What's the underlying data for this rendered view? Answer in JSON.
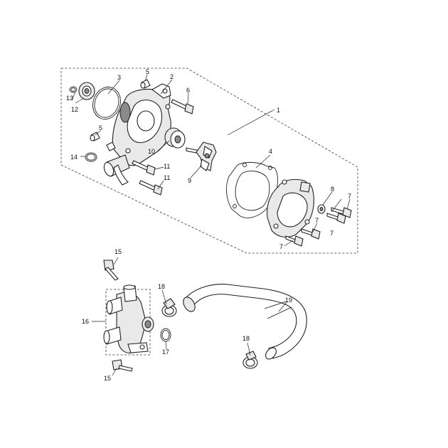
{
  "labels": {
    "p1": "1",
    "p2": "2",
    "p3": "3",
    "p4": "4",
    "p5a": "5",
    "p5b": "5",
    "p6": "6",
    "p7a": "7",
    "p7b": "7",
    "p7c": "7",
    "p7d": "7",
    "p8": "8",
    "p9": "9",
    "p10": "10",
    "p11a": "11",
    "p11b": "11",
    "p12": "12",
    "p13": "13",
    "p14": "14",
    "p15a": "15",
    "p15b": "15",
    "p16": "16",
    "p17": "17",
    "p18a": "18",
    "p18b": "18",
    "p19": "19"
  }
}
